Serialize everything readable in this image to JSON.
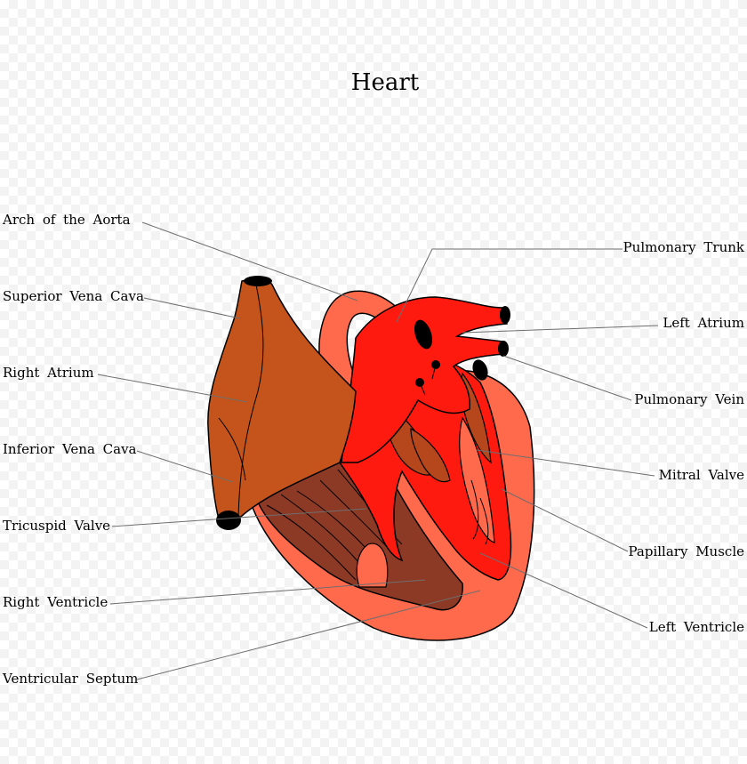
{
  "title": "Heart",
  "labels": {
    "arch_of_aorta": "Arch of the Aorta",
    "superior_vena_cava": "Superior Vena Cava",
    "right_atrium": "Right Atrium",
    "inferior_vena_cava": "Inferior Vena Cava",
    "tricuspid_valve": "Tricuspid Valve",
    "right_ventricle": "Right Ventricle",
    "ventricular_septum": "Ventricular Septum",
    "pulmonary_trunk": "Pulmonary Trunk",
    "left_atrium": "Left Atrium",
    "pulmonary_vein": "Pulmonary Vein",
    "mitral_valve": "Mitral Valve",
    "papillary_muscle": "Papillary Muscle",
    "left_ventricle": "Left Ventricle"
  },
  "colors": {
    "outer_wall": "#ff6a4d",
    "bright_red": "#ff1a10",
    "vena_brown": "#c4541c",
    "dark_chamber": "#8c3a26",
    "muscle_brown": "#b6471d",
    "vessel_opening": "#000000"
  }
}
